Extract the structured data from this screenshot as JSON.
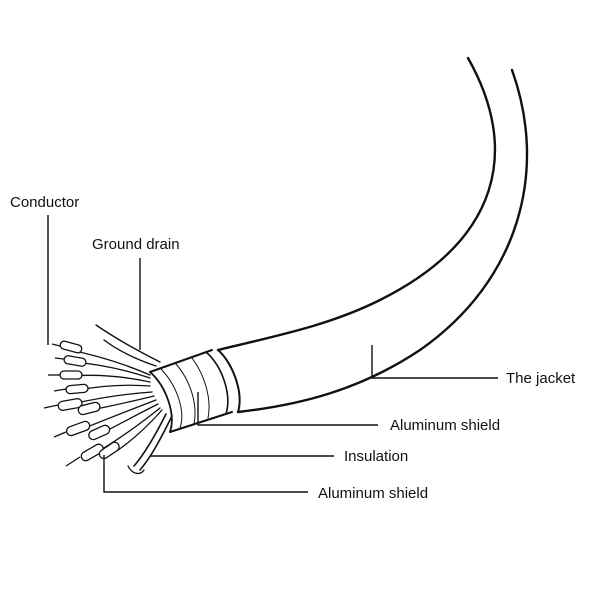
{
  "labels": {
    "conductor": "Conductor",
    "ground_drain": "Ground drain",
    "jacket": "The jacket",
    "aluminum_shield_upper": "Aluminum shield",
    "insulation": "Insulation",
    "aluminum_shield_lower": "Aluminum shield"
  }
}
